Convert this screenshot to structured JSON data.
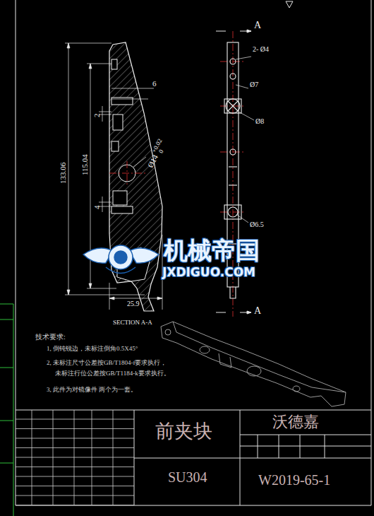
{
  "diagram": {
    "labels": [
      "A",
      "2- Ø4",
      "Ø7",
      "Ø8",
      "Ø6.5",
      "A",
      "6",
      "2",
      "4",
      "133.06",
      "115.04",
      "Ø14",
      "+0.02",
      "0",
      "25.9",
      "SECTION A-A",
      "机械帝国",
      "JXDIGUO.COM",
      "技术要求:",
      "1, 倒钝锐边，未标注倒角0.5X45°",
      "2, 未标注尺寸公差按GB/T1804-f要求执行，",
      "未标注行位公差按GB/T1184-k要求执行。",
      "3, 此件为对镜像件  两个为一套。",
      "前夹块",
      "SU304",
      "沃德嘉",
      "W2019-65-1"
    ]
  }
}
